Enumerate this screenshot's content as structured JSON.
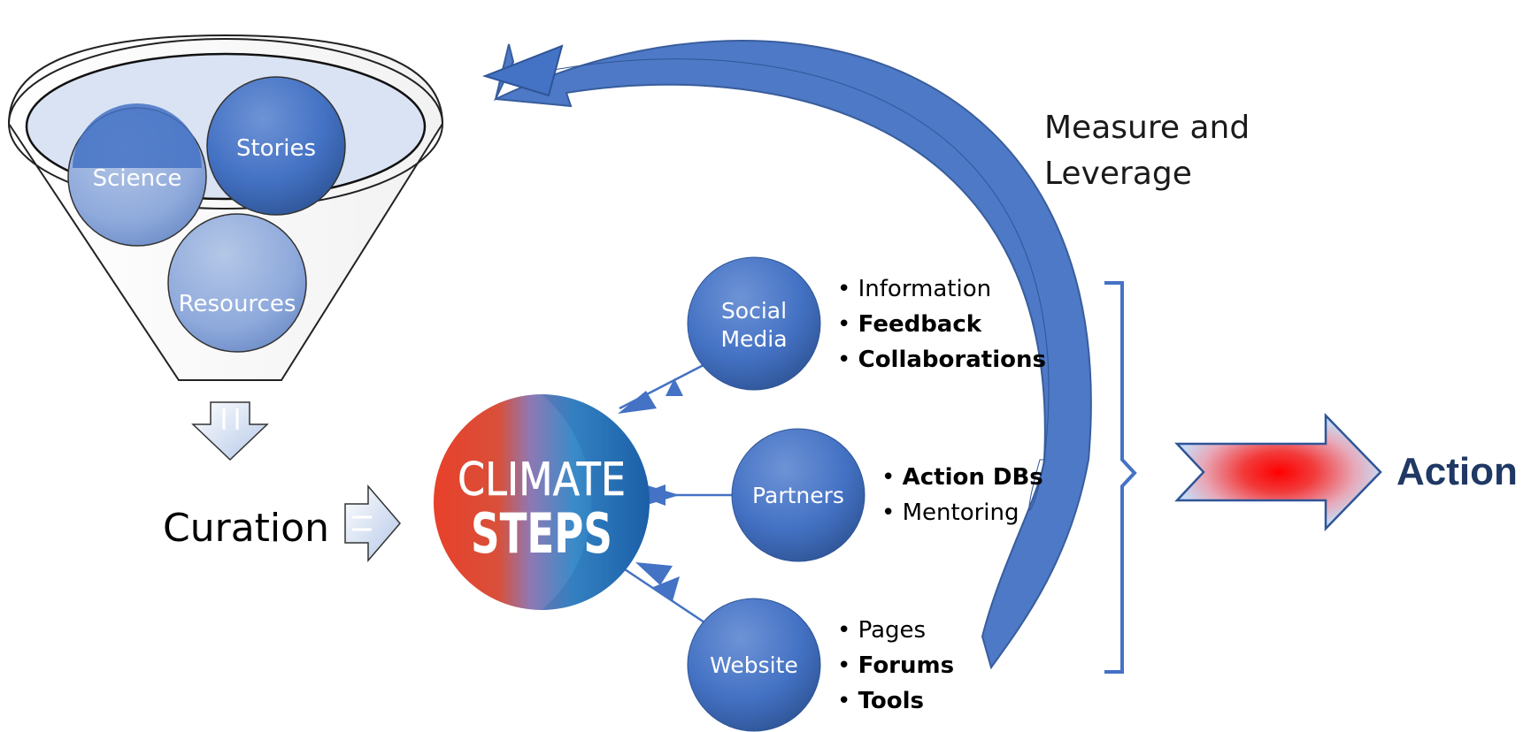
{
  "funnel": {
    "bubbles": [
      {
        "key": "science",
        "label": "Science"
      },
      {
        "key": "stories",
        "label": "Stories"
      },
      {
        "key": "resources",
        "label": "Resources"
      }
    ]
  },
  "curation": {
    "label": "Curation"
  },
  "logo": {
    "line1": "CLIMATE",
    "line2": "STEPS"
  },
  "loop": {
    "line1": "Measure and",
    "line2": "Leverage"
  },
  "channels": [
    {
      "key": "social-media",
      "label_line1": "Social",
      "label_line2": "Media",
      "items": [
        {
          "text": "Information",
          "bold": false
        },
        {
          "text": "Feedback",
          "bold": true
        },
        {
          "text": "Collaborations",
          "bold": true
        }
      ]
    },
    {
      "key": "partners",
      "label_line1": "Partners",
      "label_line2": "",
      "items": [
        {
          "text": "Action DBs",
          "bold": true
        },
        {
          "text": "Mentoring",
          "bold": false
        }
      ]
    },
    {
      "key": "website",
      "label_line1": "Website",
      "label_line2": "",
      "items": [
        {
          "text": "Pages",
          "bold": false
        },
        {
          "text": "Forums",
          "bold": true
        },
        {
          "text": "Tools",
          "bold": true
        }
      ]
    }
  ],
  "outcome": {
    "label": "Action"
  },
  "colors": {
    "primary": "#4472C4",
    "dark": "#2F5597",
    "outcome_text": "#1F3864",
    "logo_red": "#E8402A",
    "logo_blue": "#1C6FB8",
    "logo_purple": "#8C79B5"
  }
}
